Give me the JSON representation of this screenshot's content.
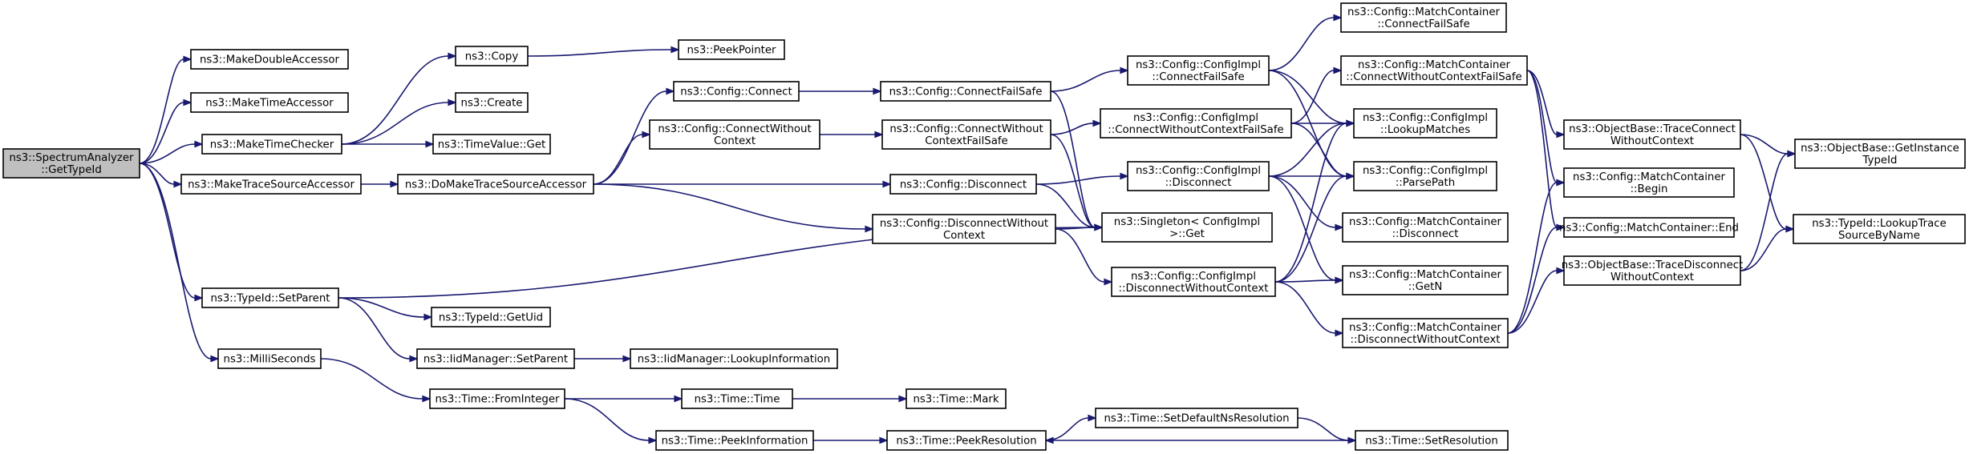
{
  "colors": {
    "edge": "#191970",
    "root_fill": "#bfbfbf",
    "node_fill": "#ffffff",
    "node_border": "#000000"
  },
  "nodes": [
    {
      "id": "root",
      "lines": [
        "ns3::SpectrumAnalyzer",
        "::GetTypeId"
      ],
      "root": true
    },
    {
      "id": "mda",
      "lines": [
        "ns3::MakeDoubleAccessor"
      ]
    },
    {
      "id": "mta",
      "lines": [
        "ns3::MakeTimeAccessor"
      ]
    },
    {
      "id": "mtc",
      "lines": [
        "ns3::MakeTimeChecker"
      ]
    },
    {
      "id": "mtsa",
      "lines": [
        "ns3::MakeTraceSourceAccessor"
      ]
    },
    {
      "id": "tsp",
      "lines": [
        "ns3::TypeId::SetParent"
      ]
    },
    {
      "id": "ms",
      "lines": [
        "ns3::MilliSeconds"
      ]
    },
    {
      "id": "copy",
      "lines": [
        "ns3::Copy"
      ]
    },
    {
      "id": "create",
      "lines": [
        "ns3::Create"
      ]
    },
    {
      "id": "tvget",
      "lines": [
        "ns3::TimeValue::Get"
      ]
    },
    {
      "id": "peekptr",
      "lines": [
        "ns3::PeekPointer"
      ]
    },
    {
      "id": "dmtsa",
      "lines": [
        "ns3::DoMakeTraceSourceAccessor"
      ]
    },
    {
      "id": "cconn",
      "lines": [
        "ns3::Config::Connect"
      ]
    },
    {
      "id": "cconnwc",
      "lines": [
        "ns3::Config::ConnectWithout",
        "Context"
      ]
    },
    {
      "id": "cdisc",
      "lines": [
        "ns3::Config::Disconnect"
      ]
    },
    {
      "id": "cdiscwc",
      "lines": [
        "ns3::Config::DisconnectWithout",
        "Context"
      ]
    },
    {
      "id": "ccfs",
      "lines": [
        "ns3::Config::ConnectFailSafe"
      ]
    },
    {
      "id": "ccwcfs",
      "lines": [
        "ns3::Config::ConnectWithout",
        "ContextFailSafe"
      ]
    },
    {
      "id": "ciconnfs",
      "lines": [
        "ns3::Config::ConfigImpl",
        "::ConnectFailSafe"
      ]
    },
    {
      "id": "ciconnwcfs",
      "lines": [
        "ns3::Config::ConfigImpl",
        "::ConnectWithoutContextFailSafe"
      ]
    },
    {
      "id": "cidisc",
      "lines": [
        "ns3::Config::ConfigImpl",
        "::Disconnect"
      ]
    },
    {
      "id": "singleton",
      "lines": [
        "ns3::Singleton< ConfigImpl",
        ">::Get"
      ]
    },
    {
      "id": "cidiscwc",
      "lines": [
        "ns3::Config::ConfigImpl",
        "::DisconnectWithoutContext"
      ]
    },
    {
      "id": "mcconnfs",
      "lines": [
        "ns3::Config::MatchContainer",
        "::ConnectFailSafe"
      ]
    },
    {
      "id": "mcconnwcfs",
      "lines": [
        "ns3::Config::MatchContainer",
        "::ConnectWithoutContextFailSafe"
      ]
    },
    {
      "id": "cilm",
      "lines": [
        "ns3::Config::ConfigImpl",
        "::LookupMatches"
      ]
    },
    {
      "id": "cipp",
      "lines": [
        "ns3::Config::ConfigImpl",
        "::ParsePath"
      ]
    },
    {
      "id": "mcdisc",
      "lines": [
        "ns3::Config::MatchContainer",
        "::Disconnect"
      ]
    },
    {
      "id": "mcgetn",
      "lines": [
        "ns3::Config::MatchContainer",
        "::GetN"
      ]
    },
    {
      "id": "mcdiscwc",
      "lines": [
        "ns3::Config::MatchContainer",
        "::DisconnectWithoutContext"
      ]
    },
    {
      "id": "obtcwc",
      "lines": [
        "ns3::ObjectBase::TraceConnect",
        "WithoutContext"
      ]
    },
    {
      "id": "mcbegin",
      "lines": [
        "ns3::Config::MatchContainer",
        "::Begin"
      ]
    },
    {
      "id": "mcend",
      "lines": [
        "ns3::Config::MatchContainer::End"
      ]
    },
    {
      "id": "obtdwc",
      "lines": [
        "ns3::ObjectBase::TraceDisconnect",
        "WithoutContext"
      ]
    },
    {
      "id": "obgit",
      "lines": [
        "ns3::ObjectBase::GetInstance",
        "TypeId"
      ]
    },
    {
      "id": "tidlts",
      "lines": [
        "ns3::TypeId::LookupTrace",
        "SourceByName"
      ]
    },
    {
      "id": "tgetuid",
      "lines": [
        "ns3::TypeId::GetUid"
      ]
    },
    {
      "id": "iidsp",
      "lines": [
        "ns3::IidManager::SetParent"
      ]
    },
    {
      "id": "iidli",
      "lines": [
        "ns3::IidManager::LookupInformation"
      ]
    },
    {
      "id": "tfi",
      "lines": [
        "ns3::Time::FromInteger"
      ]
    },
    {
      "id": "ttime",
      "lines": [
        "ns3::Time::Time"
      ]
    },
    {
      "id": "tmark",
      "lines": [
        "ns3::Time::Mark"
      ]
    },
    {
      "id": "tpi",
      "lines": [
        "ns3::Time::PeekInformation"
      ]
    },
    {
      "id": "tpr",
      "lines": [
        "ns3::Time::PeekResolution"
      ]
    },
    {
      "id": "tsdnr",
      "lines": [
        "ns3::Time::SetDefaultNsResolution"
      ]
    },
    {
      "id": "tsr",
      "lines": [
        "ns3::Time::SetResolution"
      ]
    }
  ],
  "edges": [
    [
      "root",
      "mda"
    ],
    [
      "root",
      "mta"
    ],
    [
      "root",
      "mtc"
    ],
    [
      "root",
      "mtsa"
    ],
    [
      "root",
      "tsp"
    ],
    [
      "root",
      "ms"
    ],
    [
      "mtc",
      "copy"
    ],
    [
      "mtc",
      "create"
    ],
    [
      "mtc",
      "tvget"
    ],
    [
      "copy",
      "peekptr"
    ],
    [
      "mtsa",
      "dmtsa"
    ],
    [
      "dmtsa",
      "cconn"
    ],
    [
      "dmtsa",
      "cconnwc"
    ],
    [
      "dmtsa",
      "cdisc"
    ],
    [
      "dmtsa",
      "cdiscwc"
    ],
    [
      "cconn",
      "ccfs"
    ],
    [
      "cconnwc",
      "ccwcfs"
    ],
    [
      "cdisc",
      "cidisc"
    ],
    [
      "cdisc",
      "singleton"
    ],
    [
      "cdiscwc",
      "singleton"
    ],
    [
      "cdiscwc",
      "cidiscwc"
    ],
    [
      "ccfs",
      "ciconnfs"
    ],
    [
      "ccfs",
      "singleton"
    ],
    [
      "ccwcfs",
      "ciconnwcfs"
    ],
    [
      "ccwcfs",
      "singleton"
    ],
    [
      "ciconnfs",
      "mcconnfs"
    ],
    [
      "ciconnfs",
      "cilm"
    ],
    [
      "ciconnfs",
      "cipp"
    ],
    [
      "ciconnwcfs",
      "mcconnwcfs"
    ],
    [
      "ciconnwcfs",
      "cilm"
    ],
    [
      "ciconnwcfs",
      "cipp"
    ],
    [
      "cidisc",
      "cilm"
    ],
    [
      "cidisc",
      "cipp"
    ],
    [
      "cidisc",
      "mcdisc"
    ],
    [
      "cidisc",
      "mcgetn"
    ],
    [
      "cidiscwc",
      "cilm"
    ],
    [
      "cidiscwc",
      "cipp"
    ],
    [
      "cidiscwc",
      "mcgetn"
    ],
    [
      "cidiscwc",
      "mcdiscwc"
    ],
    [
      "mcconnwcfs",
      "obtcwc"
    ],
    [
      "mcconnwcfs",
      "mcbegin"
    ],
    [
      "mcconnwcfs",
      "mcend"
    ],
    [
      "mcdiscwc",
      "mcbegin"
    ],
    [
      "mcdiscwc",
      "mcend"
    ],
    [
      "mcdiscwc",
      "obtdwc"
    ],
    [
      "obtcwc",
      "obgit"
    ],
    [
      "obtcwc",
      "tidlts"
    ],
    [
      "obtdwc",
      "obgit"
    ],
    [
      "obtdwc",
      "tidlts"
    ],
    [
      "tsp",
      "singleton"
    ],
    [
      "tsp",
      "tgetuid"
    ],
    [
      "tsp",
      "iidsp"
    ],
    [
      "iidsp",
      "iidli"
    ],
    [
      "ms",
      "tfi"
    ],
    [
      "tfi",
      "ttime"
    ],
    [
      "tfi",
      "tpi"
    ],
    [
      "ttime",
      "tmark"
    ],
    [
      "tpi",
      "tpr"
    ],
    [
      "tpr",
      "tsdnr"
    ],
    [
      "tsdnr",
      "tsr"
    ],
    [
      "tsr",
      "tpr"
    ]
  ]
}
